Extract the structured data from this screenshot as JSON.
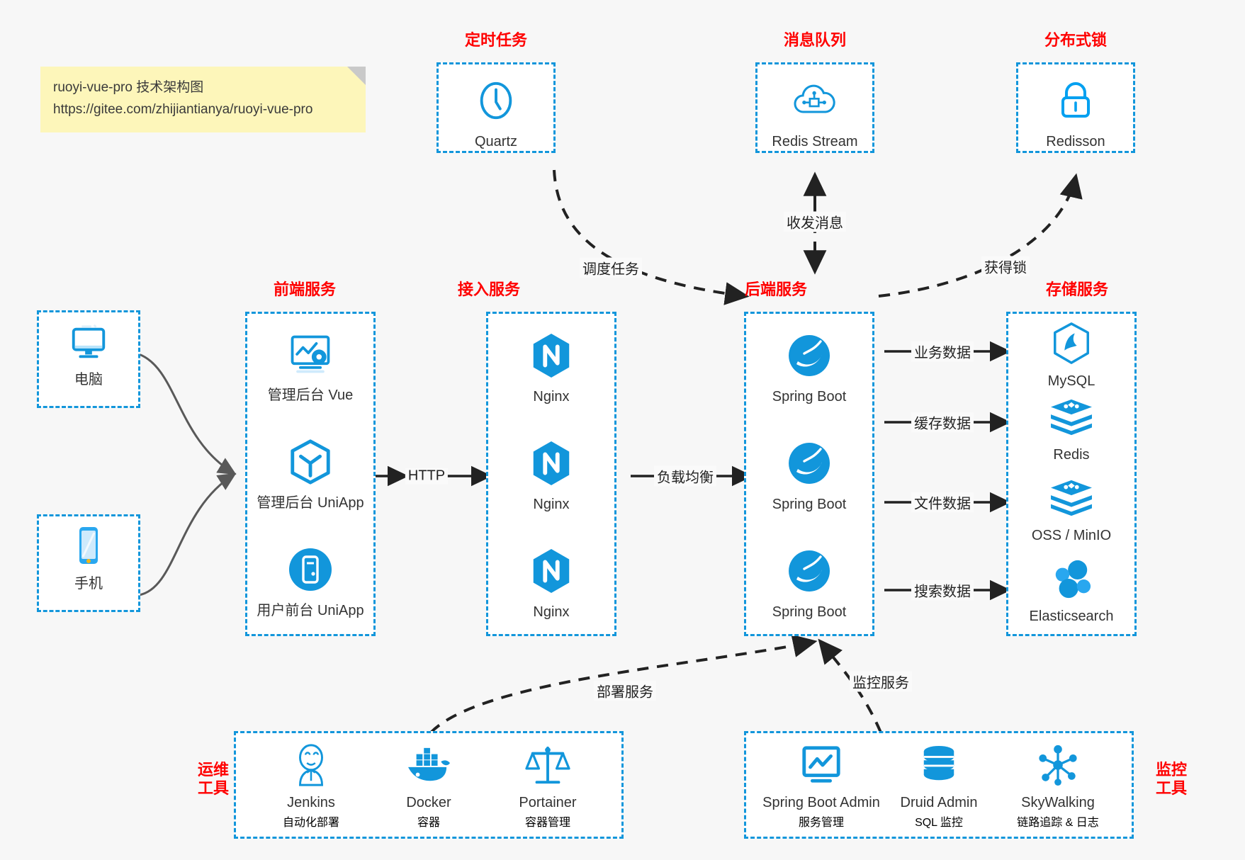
{
  "note": {
    "line1": "ruoyi-vue-pro 技术架构图",
    "line2": "https://gitee.com/zhijiantianya/ruoyi-vue-pro"
  },
  "colors": {
    "accent": "#1296db",
    "title_red": "#ff0000",
    "bg": "#f7f7f7",
    "note_bg": "#fdf6ba",
    "arrow": "#222222",
    "curve": "#595959"
  },
  "sections": {
    "scheduled_task": {
      "title": "定时任务",
      "nodes": [
        {
          "icon": "clock-icon",
          "label": "Quartz"
        }
      ]
    },
    "message_queue": {
      "title": "消息队列",
      "nodes": [
        {
          "icon": "cloud-stream-icon",
          "label": "Redis Stream"
        }
      ]
    },
    "distributed_lock": {
      "title": "分布式锁",
      "nodes": [
        {
          "icon": "lock-icon",
          "label": "Redisson"
        }
      ]
    },
    "clients": {
      "nodes": [
        {
          "icon": "desktop-icon",
          "label": "电脑"
        },
        {
          "icon": "phone-icon",
          "label": "手机"
        }
      ]
    },
    "frontend": {
      "title": "前端服务",
      "nodes": [
        {
          "icon": "dashboard-icon",
          "label": "管理后台 Vue"
        },
        {
          "icon": "uniapp-cube-icon",
          "label": "管理后台 UniApp"
        },
        {
          "icon": "mobile-app-icon",
          "label": "用户前台 UniApp"
        }
      ]
    },
    "gateway": {
      "title": "接入服务",
      "nodes": [
        {
          "icon": "nginx-icon",
          "label": "Nginx"
        },
        {
          "icon": "nginx-icon",
          "label": "Nginx"
        },
        {
          "icon": "nginx-icon",
          "label": "Nginx"
        }
      ]
    },
    "backend": {
      "title": "后端服务",
      "nodes": [
        {
          "icon": "spring-boot-icon",
          "label": "Spring Boot"
        },
        {
          "icon": "spring-boot-icon",
          "label": "Spring Boot"
        },
        {
          "icon": "spring-boot-icon",
          "label": "Spring Boot"
        }
      ]
    },
    "storage": {
      "title": "存储服务",
      "nodes": [
        {
          "icon": "mysql-icon",
          "label": "MySQL"
        },
        {
          "icon": "redis-icon",
          "label": "Redis"
        },
        {
          "icon": "oss-icon",
          "label": "OSS / MinIO"
        },
        {
          "icon": "elasticsearch-icon",
          "label": "Elasticsearch"
        }
      ]
    },
    "ops_tools": {
      "title_line1": "运维",
      "title_line2": "工具",
      "nodes": [
        {
          "icon": "jenkins-icon",
          "label": "Jenkins",
          "sub": "自动化部署"
        },
        {
          "icon": "docker-icon",
          "label": "Docker",
          "sub": "容器"
        },
        {
          "icon": "portainer-icon",
          "label": "Portainer",
          "sub": "容器管理"
        }
      ]
    },
    "monitor_tools": {
      "title_line1": "监控",
      "title_line2": "工具",
      "nodes": [
        {
          "icon": "spring-boot-admin-icon",
          "label": "Spring Boot Admin",
          "sub": "服务管理"
        },
        {
          "icon": "druid-db-icon",
          "label": "Druid Admin",
          "sub": "SQL 监控"
        },
        {
          "icon": "skywalking-icon",
          "label": "SkyWalking",
          "sub": "链路追踪 & 日志"
        }
      ]
    }
  },
  "edges": {
    "http": "HTTP",
    "load_balance": "负载均衡",
    "schedule_task": "调度任务",
    "send_receive_message": "收发消息",
    "acquire_lock": "获得锁",
    "business_data": "业务数据",
    "cache_data": "缓存数据",
    "file_data": "文件数据",
    "search_data": "搜索数据",
    "deploy_service": "部署服务",
    "monitor_service": "监控服务"
  }
}
